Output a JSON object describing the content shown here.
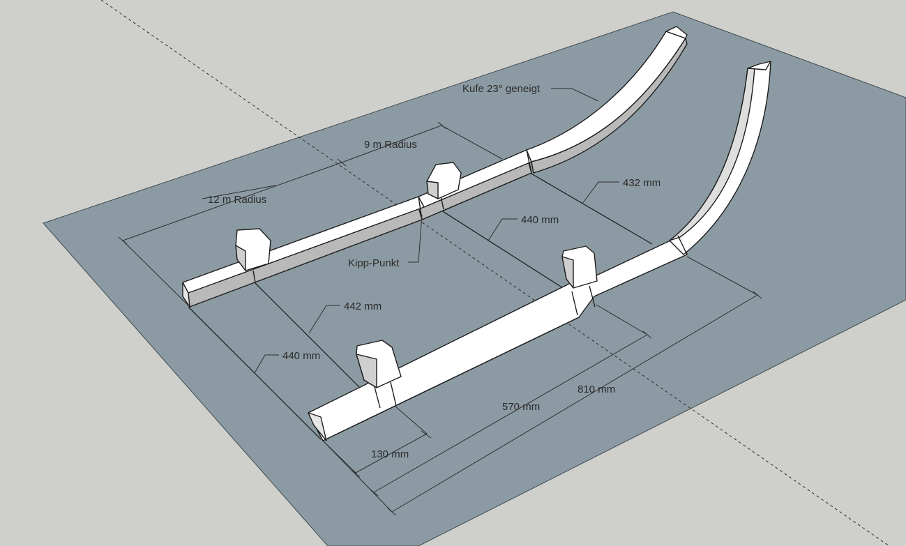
{
  "colors": {
    "background": "#cfcfcb",
    "ground_plane": "#8c9ba3",
    "runner_top": "#ffffff",
    "runner_side": "#b9b9b9",
    "edges": "#1c1c1c"
  },
  "labels": {
    "kufe": "Kufe 23° geneigt",
    "radius_9": "9 m Radius",
    "radius_12": "12 m Radius",
    "dim_432": "432 mm",
    "dim_440_upper": "440 mm",
    "kipp": "Kipp-Punkt",
    "dim_442": "442 mm",
    "dim_440_lower": "440 mm",
    "dim_570": "570 mm",
    "dim_810": "810 mm",
    "dim_130": "130 mm"
  }
}
